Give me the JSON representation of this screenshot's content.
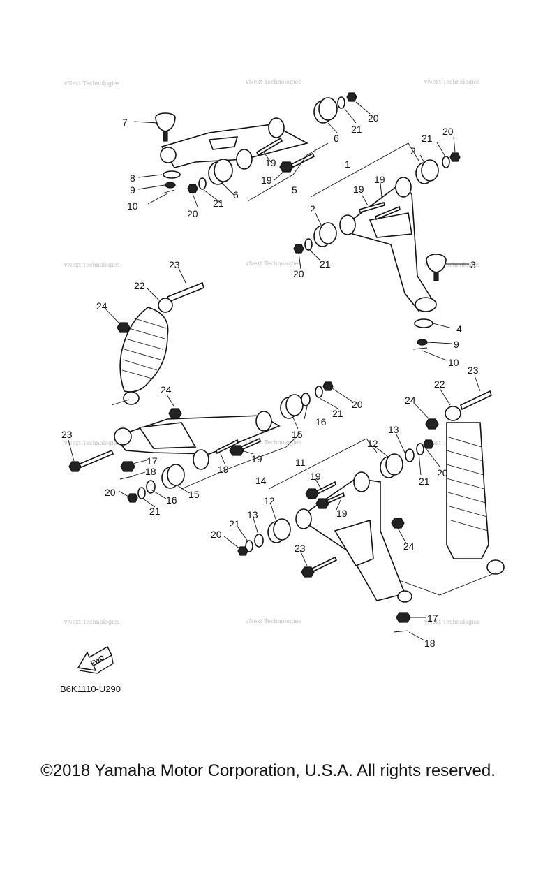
{
  "diagram": {
    "part_code": "B6K1110-U290",
    "fwd_label": "FWD",
    "watermark": "vNext Technologies",
    "callouts": {
      "c1": "1",
      "c2a": "2",
      "c2b": "2",
      "c3": "3",
      "c4": "4",
      "c5": "5",
      "c6a": "6",
      "c6b": "6",
      "c7": "7",
      "c8": "8",
      "c9a": "9",
      "c9b": "9",
      "c10a": "10",
      "c10b": "10",
      "c11": "11",
      "c12a": "12",
      "c12b": "12",
      "c13a": "13",
      "c13b": "13",
      "c14": "14",
      "c15a": "15",
      "c15b": "15",
      "c16a": "16",
      "c16b": "16",
      "c17a": "17",
      "c17b": "17",
      "c18a": "18",
      "c18b": "18",
      "c19a": "19",
      "c19b": "19",
      "c19c": "19",
      "c19d": "19",
      "c19e": "19",
      "c19f": "19",
      "c19g": "19",
      "c19h": "19",
      "c20a": "20",
      "c20b": "20",
      "c20c": "20",
      "c20d": "20",
      "c20e": "20",
      "c20f": "20",
      "c20g": "20",
      "c20h": "20",
      "c21a": "21",
      "c21b": "21",
      "c21c": "21",
      "c21d": "21",
      "c21e": "21",
      "c21f": "21",
      "c21g": "21",
      "c21h": "21",
      "c22a": "22",
      "c22b": "22",
      "c23a": "23",
      "c23b": "23",
      "c23c": "23",
      "c23d": "23",
      "c24a": "24",
      "c24b": "24",
      "c24c": "24",
      "c24d": "24"
    }
  },
  "footer": {
    "copyright": "©2018 Yamaha Motor Corporation, U.S.A. All rights reserved."
  }
}
